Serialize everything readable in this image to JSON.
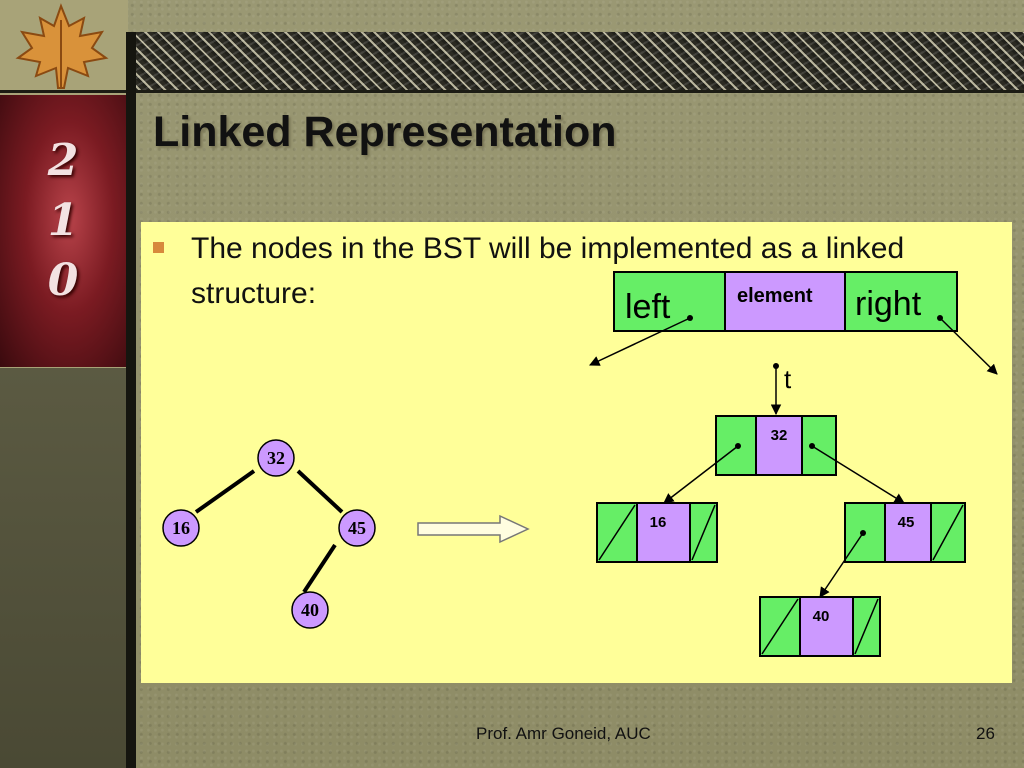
{
  "slide": {
    "title": "Linked Representation",
    "bullet": "The nodes in the BST will be implemented as a linked structure:",
    "logo_digits": [
      "2",
      "1",
      "0"
    ],
    "footer_author": "Prof. Amr Goneid, AUC",
    "page_number": "26"
  },
  "node_layout": {
    "left_label": "left",
    "element_label": "element",
    "right_label": "right"
  },
  "pointer_label": "t",
  "bst_tree": {
    "nodes": [
      "32",
      "16",
      "45",
      "40"
    ],
    "edges": [
      [
        "32",
        "16"
      ],
      [
        "32",
        "45"
      ],
      [
        "45",
        "40"
      ]
    ]
  },
  "linked_nodes": [
    {
      "value": "32",
      "left": "pointer",
      "right": "pointer"
    },
    {
      "value": "16",
      "left": "null",
      "right": "null"
    },
    {
      "value": "45",
      "left": "pointer",
      "right": "null"
    },
    {
      "value": "40",
      "left": "null",
      "right": "null"
    }
  ],
  "colors": {
    "pointer_cell": "#66ee66",
    "element_cell": "#cc99ff",
    "tree_node": "#cc99ff",
    "content_background": "#ffff99",
    "bullet": "#d7893c"
  }
}
